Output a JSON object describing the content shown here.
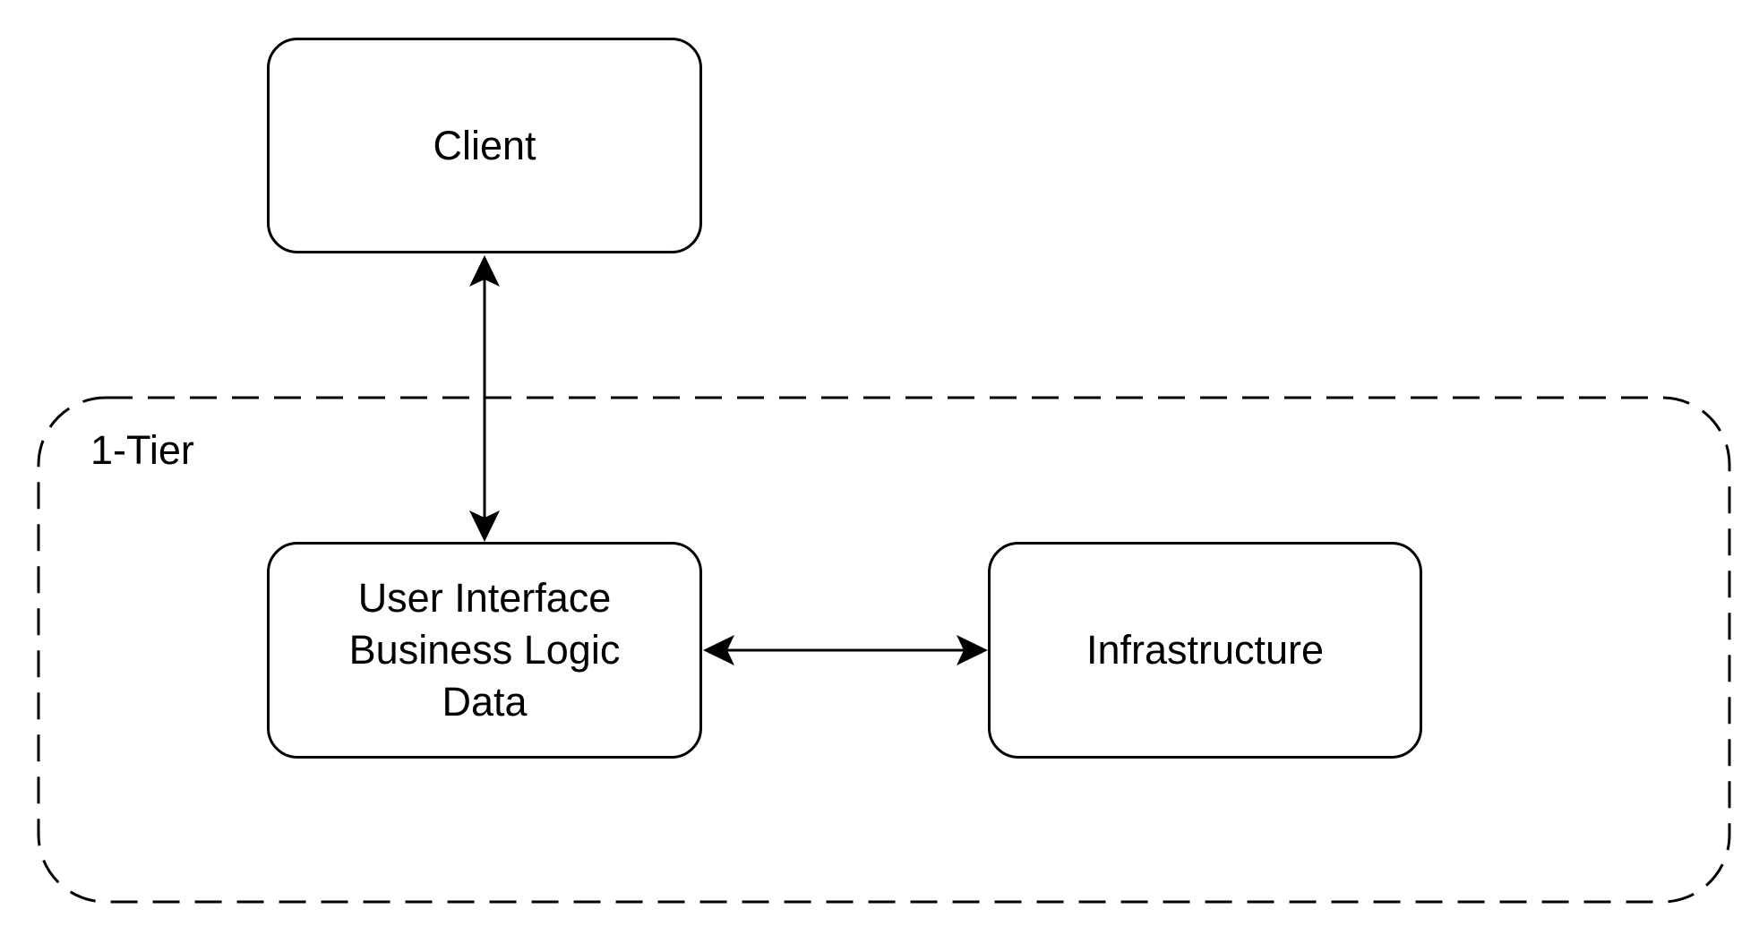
{
  "diagram": {
    "group": {
      "label": "1-Tier",
      "border_style": "dashed",
      "border_color": "#000000"
    },
    "nodes": {
      "client": {
        "label": "Client"
      },
      "app": {
        "lines": [
          "User Interface",
          "Business Logic",
          "Data"
        ]
      },
      "infrastructure": {
        "label": "Infrastructure"
      }
    },
    "edges": [
      {
        "from": "client",
        "to": "app",
        "direction": "bidirectional"
      },
      {
        "from": "app",
        "to": "infrastructure",
        "direction": "bidirectional"
      }
    ],
    "colors": {
      "stroke": "#000000",
      "fill": "#ffffff"
    }
  }
}
